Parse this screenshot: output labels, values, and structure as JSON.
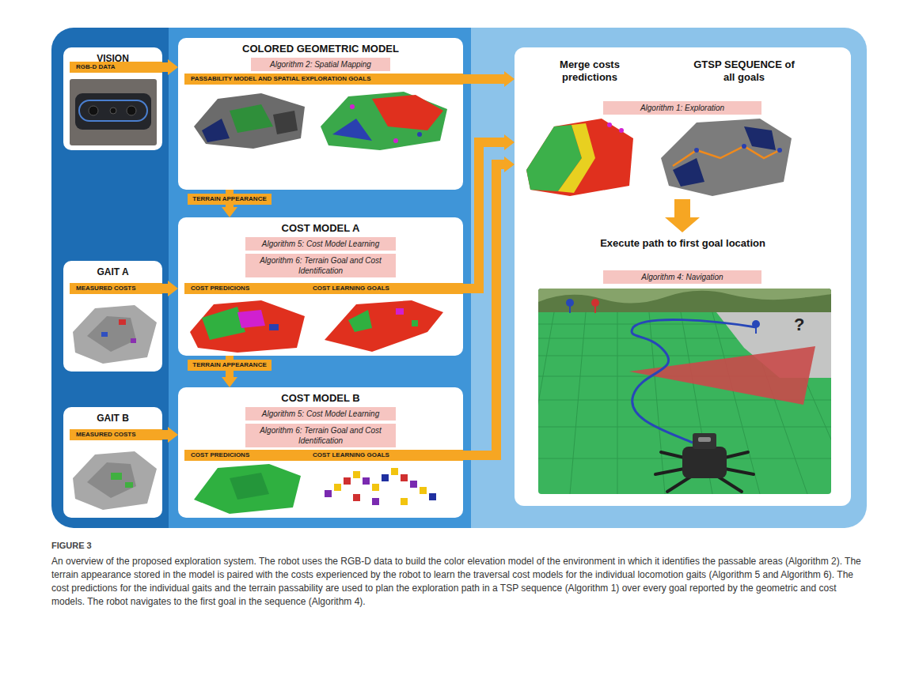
{
  "diagram": {
    "caption": "An overview of the proposed exploration system. The robot uses the RGB-D data to build the color elevation model of the environment in which it identifies the passable areas (Algorithm 2). The terrain appearance stored in the model is paired with the costs experienced by the robot to learn the traversal cost models for the individual locomotion gaits (Algorithm 5 and Algorithm 6). The cost predictions for the individual gaits and the terrain passability are used to plan the exploration path in a TSP sequence (Algorithm 1) over every goal reported by the geometric and cost models. The robot navigates to the first goal in the sequence (Algorithm 4).",
    "nodes": [
      {
        "text": [
          "VISION"
        ]
      },
      {
        "text": [
          "GAIT A"
        ]
      },
      {
        "text": [
          "GAIT B"
        ]
      },
      {
        "text": [
          "COLORED GEOMETRIC MODEL"
        ]
      },
      {
        "text": [
          "Algorithm 2: Spatial Mapping"
        ],
        "in": 3
      },
      {
        "text": [
          "COST MODEL A"
        ]
      },
      {
        "text": [
          "Algorithm 5: Cost Model Learning"
        ],
        "in": 5
      },
      {
        "text": [
          "Algorithm 6: Terrain Goal and Cost Identification"
        ],
        "in": 5
      },
      {
        "text": [
          "COST MODEL B"
        ]
      },
      {
        "text": [
          "Algorithm 5: Cost Model Learning"
        ],
        "in": 8
      },
      {
        "text": [
          "Algorithm 6: Terrain Goal and Cost Identification"
        ],
        "in": 8
      },
      {
        "text": [
          "Merge costs predictions",
          "GTSP SEQUENCE of all goals",
          "Execute path to first goal location"
        ]
      },
      {
        "text": [
          "Algorithm 1: Exploration"
        ],
        "in": 11
      },
      {
        "text": [
          "Algorithm 4: Navigation"
        ],
        "in": 11
      }
    ],
    "edges": [
      {
        "from": 0,
        "to": 3,
        "label": "RGB-D DATA",
        "arrow": "to"
      },
      {
        "from": 1,
        "to": 5,
        "label": "MEASURED COSTS",
        "arrow": "to"
      },
      {
        "from": 2,
        "to": 8,
        "label": "MEASURED COSTS",
        "arrow": "to"
      },
      {
        "from": 3,
        "to": 11,
        "label": "PASSABILITY MODEL AND SPATIAL EXPLORATION GOALS",
        "arrow": "to"
      },
      {
        "from": 3,
        "to": 5,
        "label": "TERRAIN APPEARANCE",
        "arrow": "to"
      },
      {
        "from": 5,
        "to": 8,
        "label": "TERRAIN APPEARANCE",
        "arrow": "to"
      },
      {
        "from": 5,
        "to": 11,
        "label": "COST PREDICIONS",
        "arrow": "to"
      },
      {
        "from": 8,
        "to": 11,
        "label": "COST PREDICIONS",
        "arrow": "to"
      }
    ],
    "labels": [
      "COST LEARNING GOALS",
      "COST LEARNING GOALS",
      "?",
      "FIGURE 3"
    ]
  }
}
